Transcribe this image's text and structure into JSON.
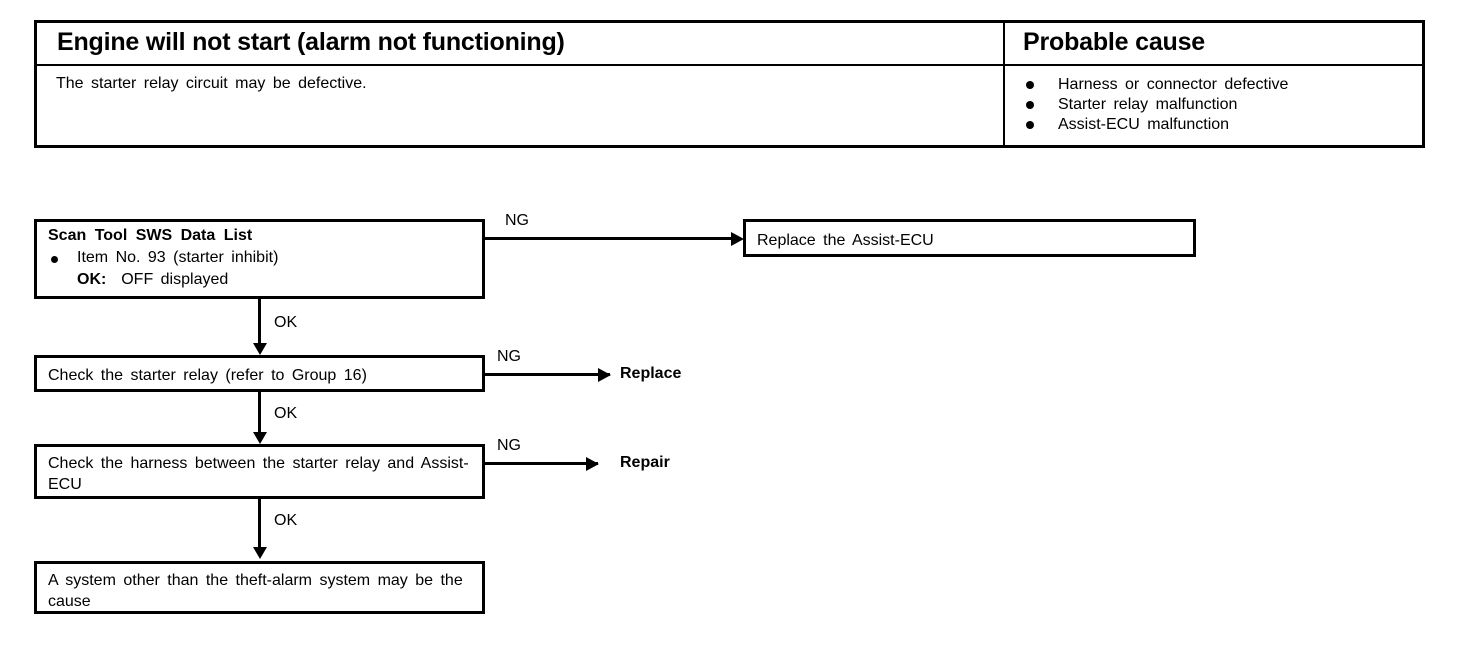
{
  "symptom_table": {
    "headers": {
      "symptom": "Engine will not start (alarm not functioning)",
      "probable_cause": "Probable cause"
    },
    "symptom_description": "The starter relay circuit may be defective.",
    "probable_causes": [
      "Harness or connector defective",
      "Starter relay malfunction",
      "Assist-ECU malfunction"
    ]
  },
  "flowchart": {
    "box1": {
      "title": "Scan Tool SWS Data List",
      "bullet": "Item No. 93 (starter inhibit)",
      "ok_prefix": "OK:",
      "ok_value": "OFF displayed"
    },
    "box2": {
      "text": "Check the starter relay (refer to Group 16)"
    },
    "box3": {
      "text": "Check the harness between the starter relay and Assist-ECU"
    },
    "box4": {
      "text": "A system other than the theft-alarm system may be the cause"
    },
    "box_replace_ecu": {
      "text": "Replace the Assist-ECU"
    },
    "edge_labels": {
      "ng1": "NG",
      "ng2": "NG",
      "ng3": "NG",
      "ok1": "OK",
      "ok2": "OK",
      "ok3": "OK"
    },
    "terminals": {
      "replace": "Replace",
      "repair": "Repair"
    }
  },
  "colors": {
    "ink": "#000000",
    "paper": "#ffffff"
  }
}
